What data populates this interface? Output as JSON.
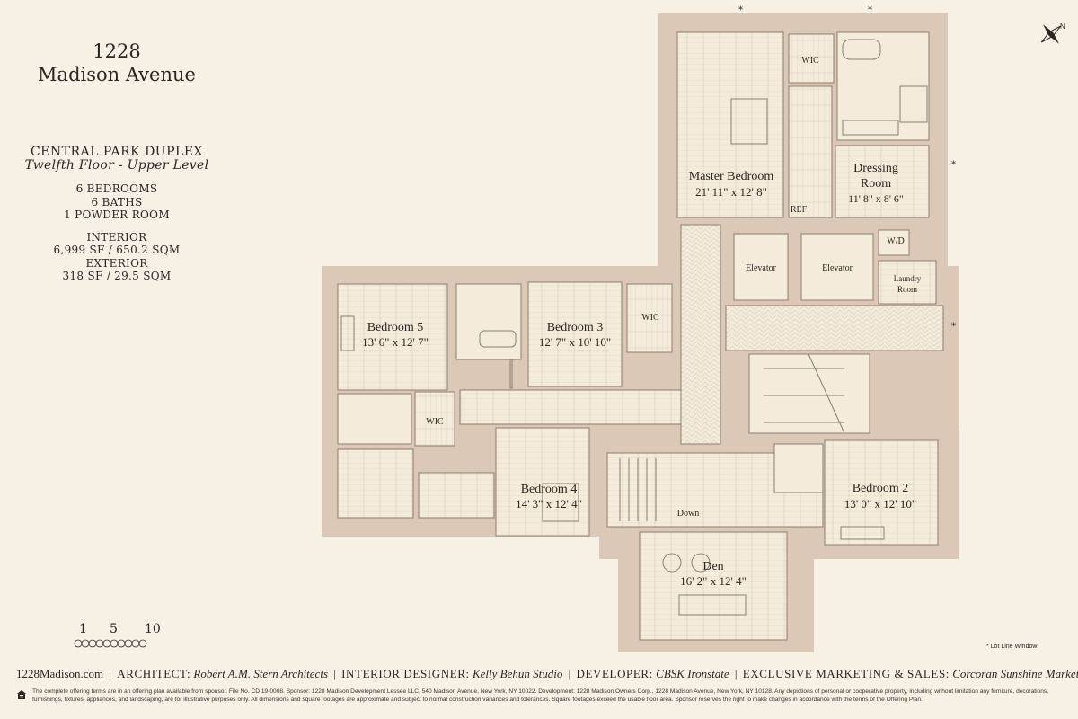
{
  "building": {
    "line1": "1228",
    "line2": "Madison Avenue"
  },
  "unit": {
    "name": "CENTRAL PARK DUPLEX",
    "level": "Twelfth Floor - Upper Level",
    "bedrooms": "6 BEDROOMS",
    "baths": "6 BATHS",
    "powder": "1 POWDER ROOM",
    "interior_label": "INTERIOR",
    "interior_value": "6,999 SF / 650.2 SQM",
    "exterior_label": "EXTERIOR",
    "exterior_value": "318 SF / 29.5 SQM"
  },
  "rooms": {
    "master": {
      "name": "Master Bedroom",
      "dims": "21' 11\" x 12' 8\""
    },
    "dressing": {
      "name1": "Dressing",
      "name2": "Room",
      "dims": "11' 8\" x 8' 6\""
    },
    "bedroom5": {
      "name": "Bedroom 5",
      "dims": "13' 6\" x 12' 7\""
    },
    "bedroom3": {
      "name": "Bedroom 3",
      "dims": "12' 7\" x 10' 10\""
    },
    "bedroom4": {
      "name": "Bedroom 4",
      "dims": "14' 3\" x 12' 4\""
    },
    "bedroom2": {
      "name": "Bedroom 2",
      "dims": "13' 0\" x 12' 10\""
    },
    "den": {
      "name": "Den",
      "dims": "16' 2\" x 12' 4\""
    },
    "wic": "WIC",
    "ref": "REF",
    "wd": "W/D",
    "elevator": "Elevator",
    "laundry1": "Laundry",
    "laundry2": "Room",
    "down": "Down"
  },
  "plan_marks": {
    "window_star": "*"
  },
  "compass": {
    "north": "N"
  },
  "scale": {
    "ticks": [
      "1",
      "5",
      "10"
    ]
  },
  "lot_line_note": "* Lot Line Window",
  "footer": {
    "website": "1228Madison.com",
    "architect_label": "ARCHITECT:",
    "architect": "Robert A.M. Stern Architects",
    "designer_label": "INTERIOR DESIGNER:",
    "designer": "Kelly Behun Studio",
    "developer_label": "DEVELOPER:",
    "developer": "CBSK Ironstate",
    "marketing_label": "EXCLUSIVE MARKETING & SALES:",
    "marketing": "Corcoran Sunshine Marketing Group",
    "separator": "|",
    "legal": "The complete offering terms are in an offering plan available from sponsor. File No. CD 19-0008. Sponsor: 1228 Madison Development Lessee LLC, 540 Madison Avenue, New York, NY 10022. Development: 1228 Madison Owners Corp., 1228 Madison Avenue, New York, NY 10128. Any depictions of personal or cooperative property, including without limitation any furniture, decorations, furnishings, fixtures, appliances, and landscaping, are for illustrative purposes only. All dimensions and square footages are approximate and subject to normal construction variances and tolerances. Square footages exceed the usable floor area. Sponsor reserves the right to make changes in accordance with the terms of the Offering Plan."
  },
  "colors": {
    "wall": "#dcc8b7",
    "floor": "#f4ecdb",
    "line": "#8f7c6e",
    "background": "#f6f1e4"
  }
}
